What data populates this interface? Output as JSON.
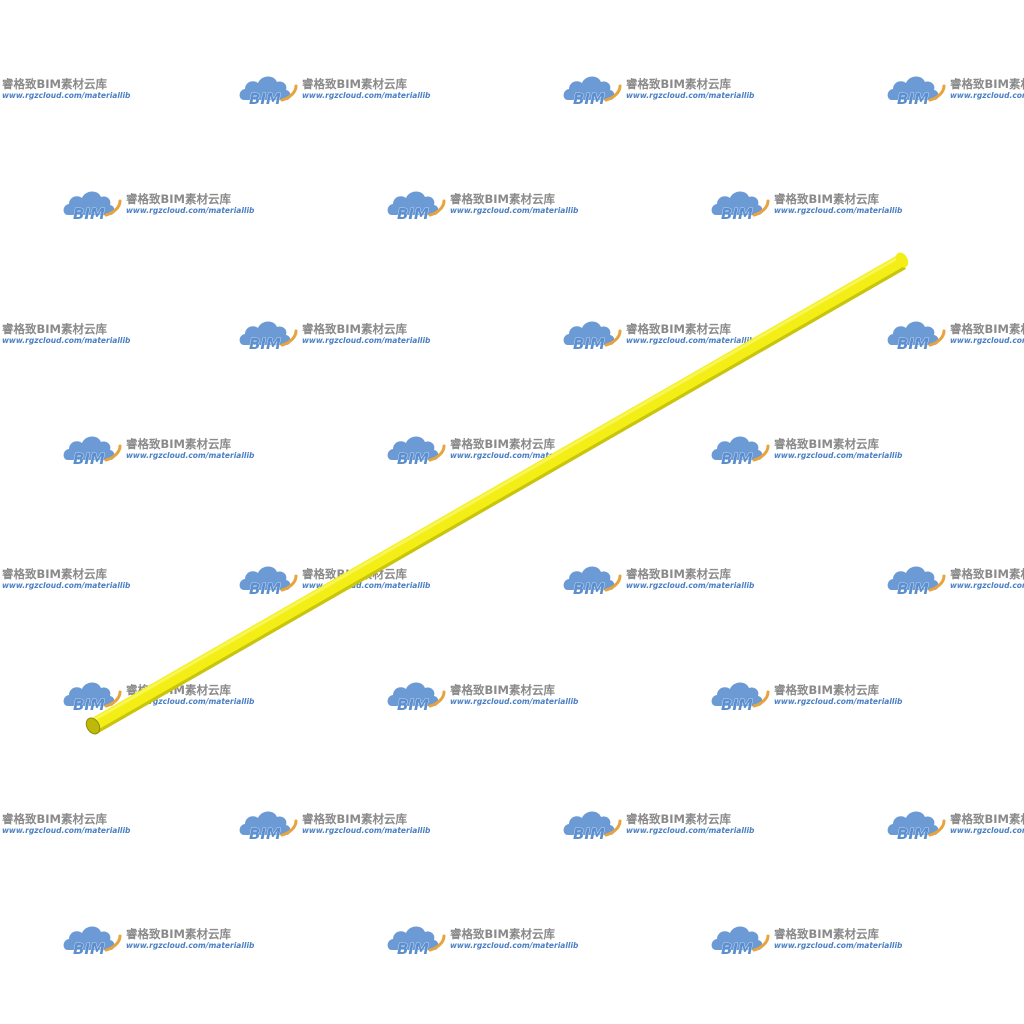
{
  "watermark": {
    "logo_text": "BIM",
    "title": "睿格致BIM素材云库",
    "url": "www.rgzcloud.com/materiallib",
    "colors": {
      "cloud": "#5b8fd0",
      "arc": "#e8a33c",
      "logo_text": "#ffffff",
      "title": "#8a8a8a",
      "url": "#4a7fc4"
    }
  },
  "model": {
    "element": "pipe",
    "colors": {
      "body": "#f3ef16",
      "highlight": "#fbf86a",
      "shadow": "#c9c40c",
      "end_cap": "#bdb80a",
      "end_cap_rim": "#8f8b07"
    }
  },
  "background_color": "#ffffff"
}
